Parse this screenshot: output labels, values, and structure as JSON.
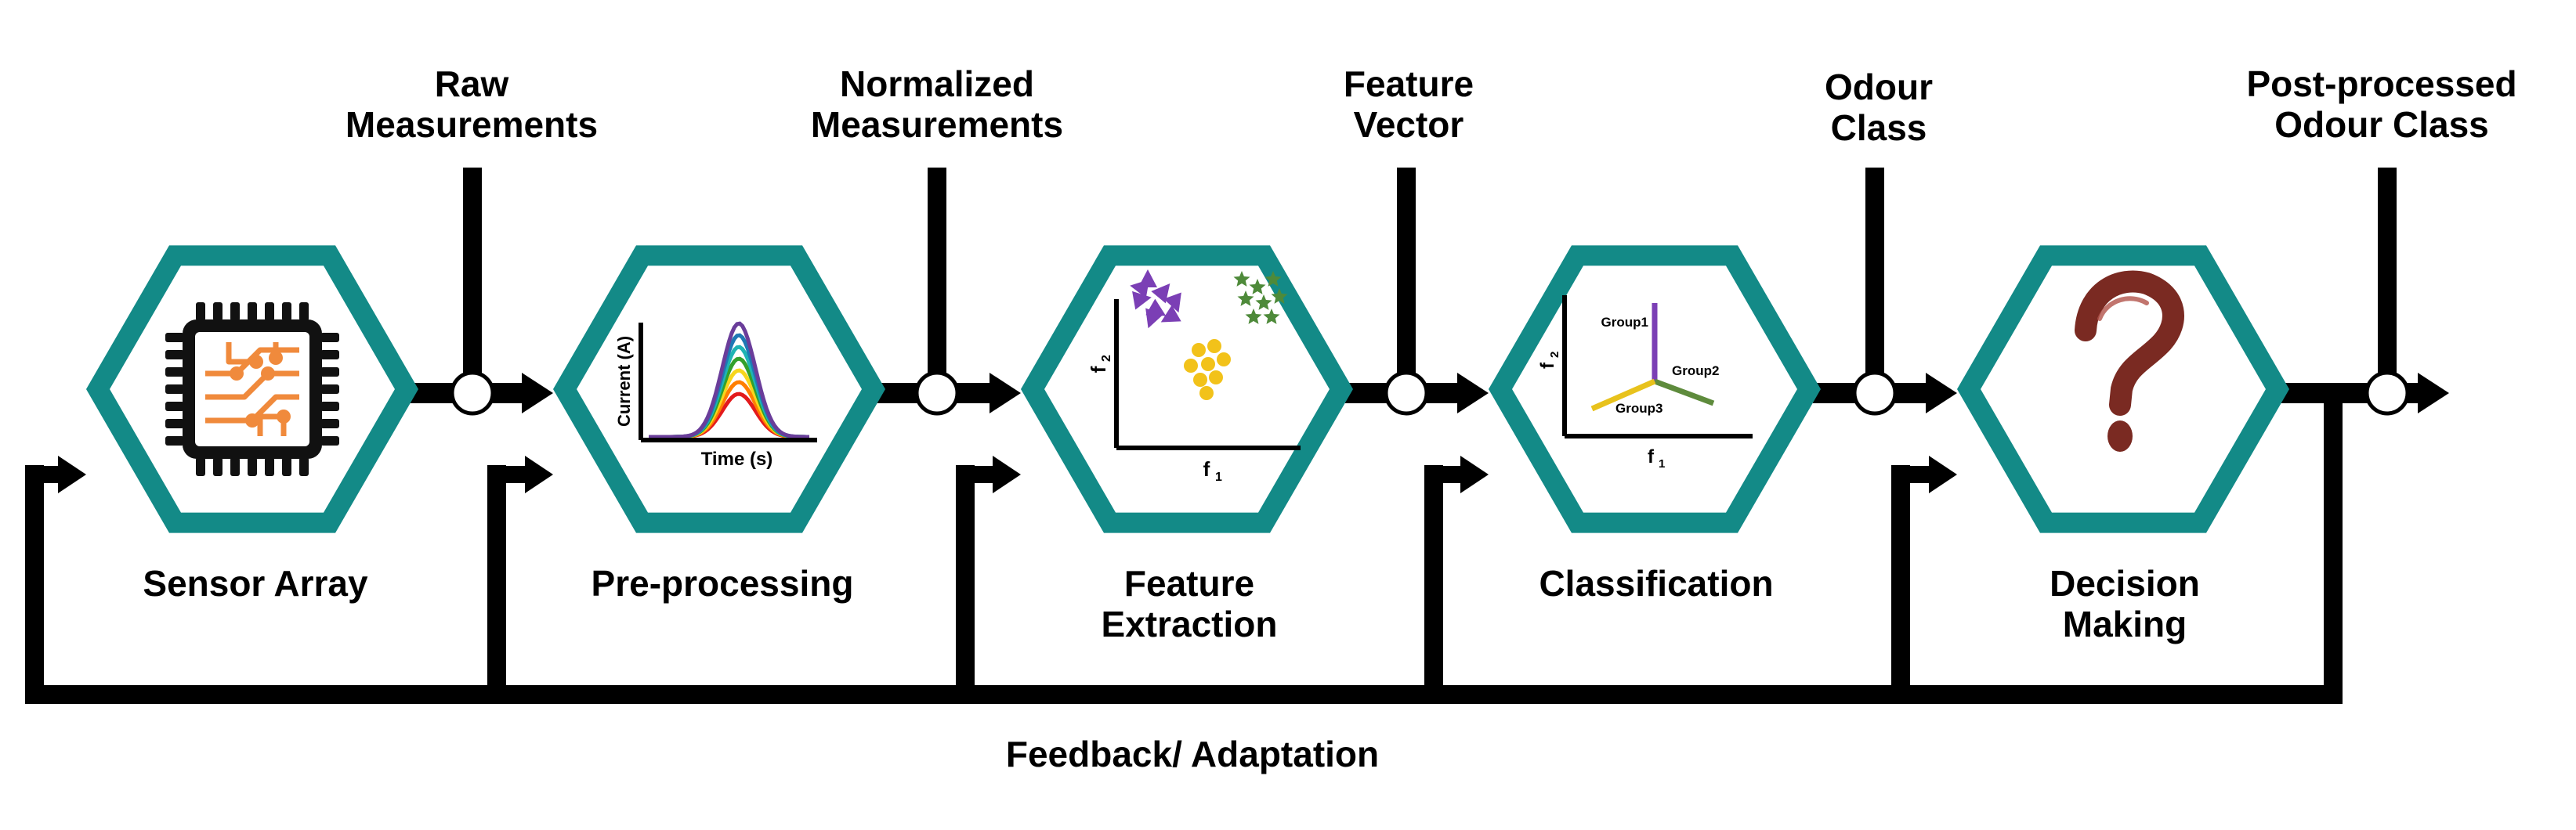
{
  "stages": [
    {
      "id": "sensor-array",
      "lines": [
        "Sensor Array"
      ],
      "icon": "chip-icon"
    },
    {
      "id": "pre-processing",
      "lines": [
        "Pre-processing"
      ],
      "icon": "peak-graph-icon",
      "graph": {
        "xlabel": "Time (s)",
        "ylabel": "Current (A)"
      }
    },
    {
      "id": "feature-extraction",
      "lines": [
        "Feature",
        "Extraction"
      ],
      "icon": "scatter-clusters-icon",
      "graph": {
        "xlabel": "f1",
        "ylabel": "f2"
      }
    },
    {
      "id": "classification",
      "lines": [
        "Classification"
      ],
      "icon": "group-axes-icon",
      "graph": {
        "xlabel": "f1",
        "ylabel": "f2",
        "groups": [
          "Group1",
          "Group2",
          "Group3"
        ]
      }
    },
    {
      "id": "decision-making",
      "lines": [
        "Decision",
        "Making"
      ],
      "icon": "question-mark-icon"
    }
  ],
  "outputs": [
    {
      "id": "raw-measurements",
      "lines": [
        "Raw",
        "Measurements"
      ]
    },
    {
      "id": "normalized-measurements",
      "lines": [
        "Normalized",
        "Measurements"
      ]
    },
    {
      "id": "feature-vector",
      "lines": [
        "Feature",
        "Vector"
      ]
    },
    {
      "id": "odour-class",
      "lines": [
        "Odour",
        "Class"
      ]
    },
    {
      "id": "post-processed-odour-class",
      "lines": [
        "Post-processed",
        "Odour Class"
      ]
    }
  ],
  "feedback": {
    "label": "Feedback/ Adaptation"
  },
  "colors": {
    "hexagon_border": "#138a87",
    "line": "#000000",
    "chip_trace": "#f08a3c",
    "cluster_purple": "#7b3fb5",
    "cluster_green": "#4e8a3a",
    "cluster_yellow": "#f2c21a",
    "group1": "#7b3fb5",
    "group2": "#5e8b3c",
    "group3": "#e8c21c",
    "question_mark": "#7a2a22"
  }
}
